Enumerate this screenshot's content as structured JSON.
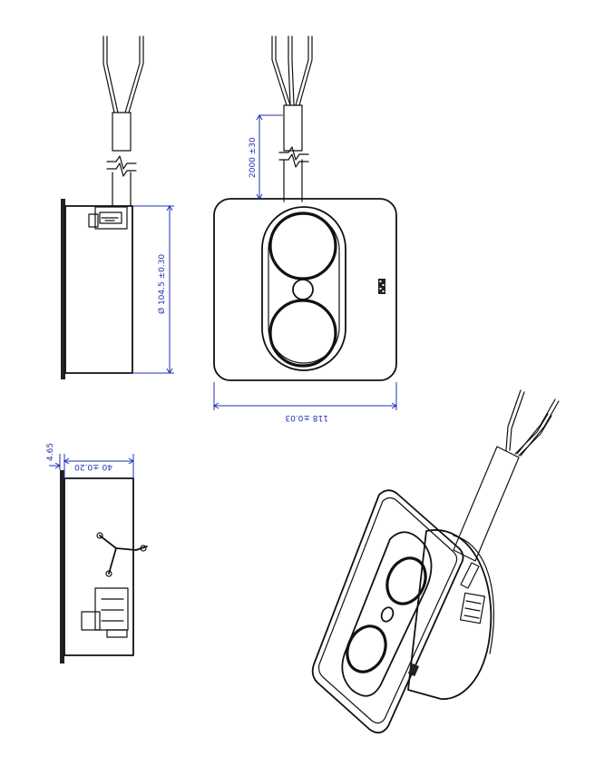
{
  "dimensions": {
    "cable_length": "2000 ±30",
    "diameter": "Ø 104.5 ±0.30",
    "width": "118 ±0.03",
    "thickness": "4.65",
    "depth": "40 ±0.20"
  },
  "colors": {
    "dimension_line": "#1f2fb5",
    "outline": "#111111"
  }
}
